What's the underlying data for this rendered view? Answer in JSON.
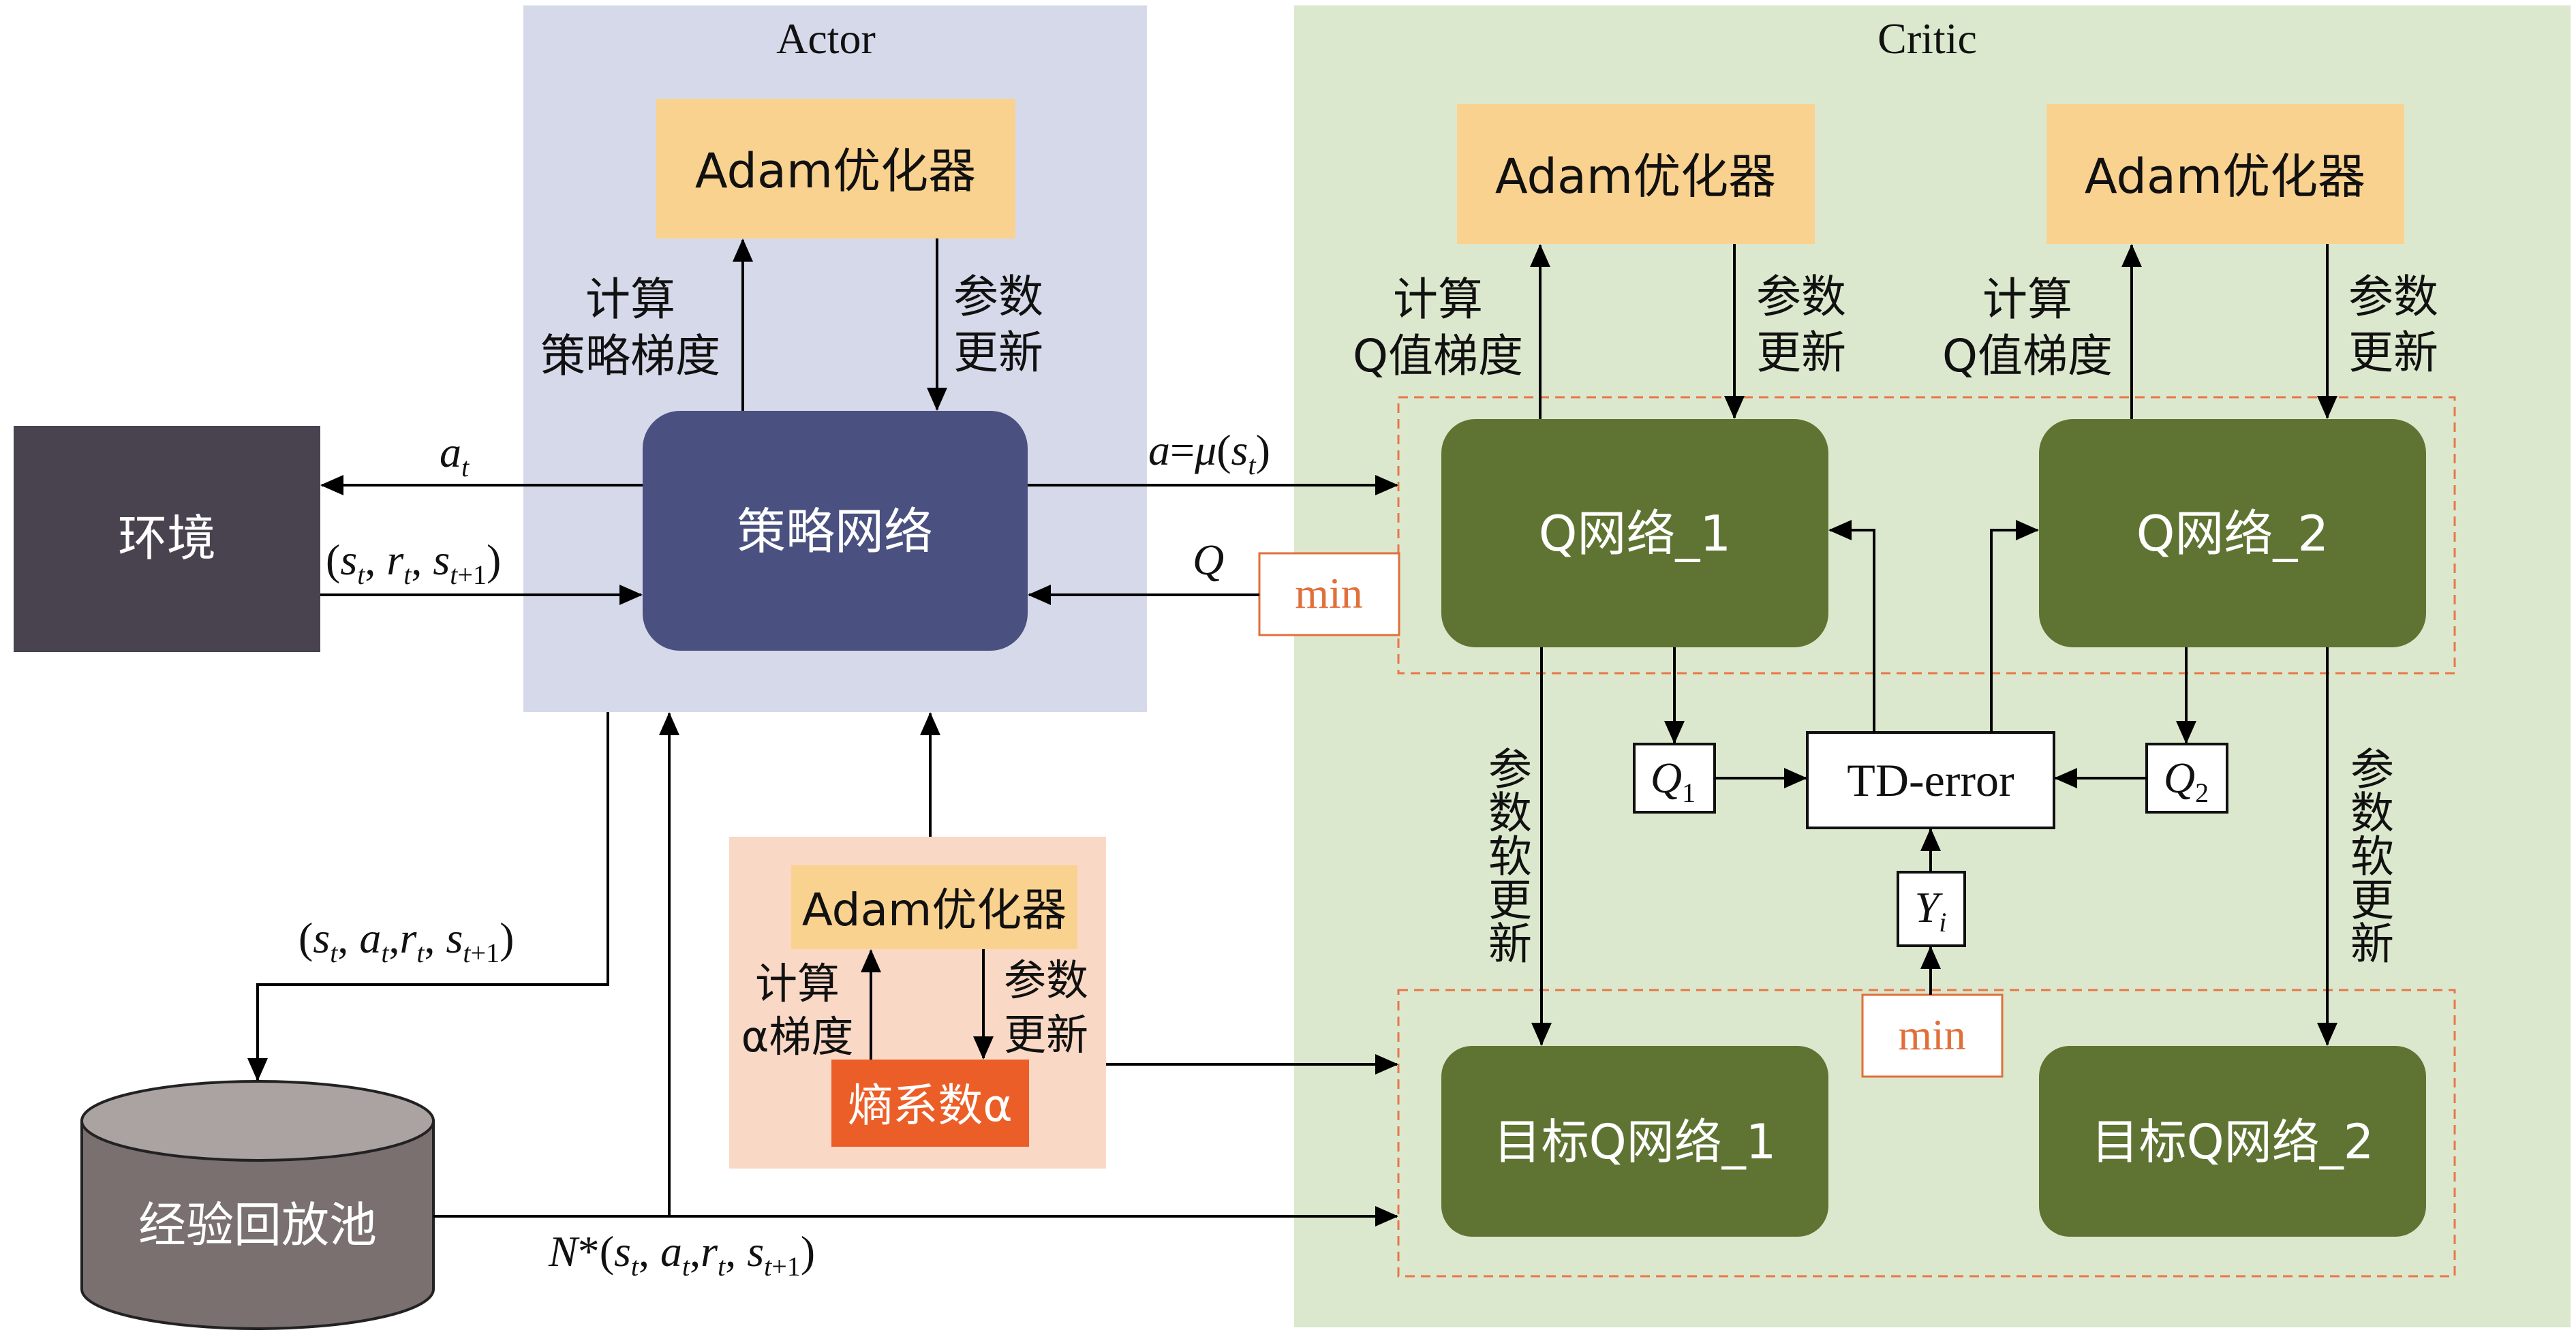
{
  "regions": {
    "actor_title": "Actor",
    "critic_title": "Critic"
  },
  "nodes": {
    "environment": "环境",
    "policy_network": "策略网络",
    "replay_buffer": "经验回放池",
    "q_network_1": "Q网络_1",
    "q_network_2": "Q网络_2",
    "target_q_network_1": "目标Q网络_1",
    "target_q_network_2": "目标Q网络_2",
    "td_error": "TD-error",
    "entropy_coefficient": "熵系数α",
    "actor_adam": "Adam优化器",
    "critic_adam_1": "Adam优化器",
    "critic_adam_2": "Adam优化器",
    "alpha_adam": "Adam优化器",
    "min_q": "min",
    "min_target": "min"
  },
  "labels": {
    "calc_policy_grad_1": "计算",
    "calc_policy_grad_2": "策略梯度",
    "param_update_1": "参数",
    "param_update_2": "更新",
    "calc_q_grad_1": "计算",
    "calc_q_grad_2": "Q值梯度",
    "calc_alpha_grad_1": "计算",
    "calc_alpha_grad_2": "α梯度",
    "soft_update": "参数软更新"
  },
  "colors": {
    "actor_bg": "#d5d9e9",
    "critic_bg": "#dce8cd",
    "alpha_bg": "#f9d8c6",
    "adam": "#fad28f",
    "policy": "#4a5080",
    "qnet": "#5f7432",
    "env": "#48434f",
    "buffer": "#7a7070",
    "entropy": "#ec5e27",
    "min_text": "#e06f3a",
    "dashed": "#e8764a"
  }
}
